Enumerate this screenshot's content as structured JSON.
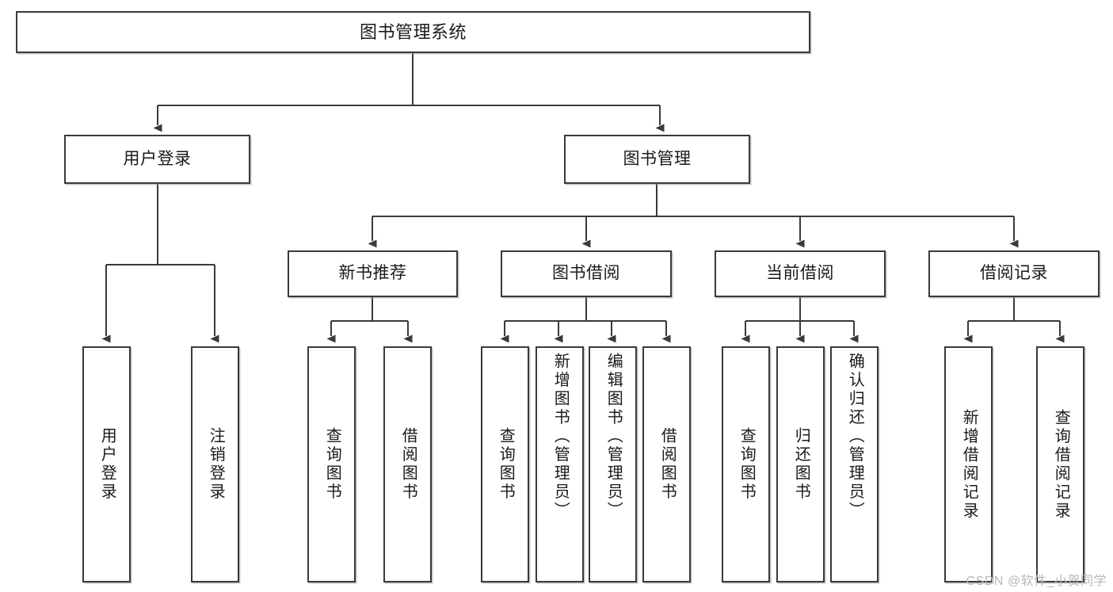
{
  "diagram": {
    "title": "图书管理系统",
    "type": "tree",
    "watermark": "CSDN @软件_小贺同学",
    "colors": {
      "box_border": "#3a3a3a",
      "box_fill": "#ffffff",
      "connector": "#3a3a3a",
      "text": "#1a1a1a",
      "watermark": "#b9b9b9"
    },
    "nodes": {
      "root": {
        "label": "图书管理系统"
      },
      "level2": [
        {
          "id": "user-login",
          "label": "用户登录"
        },
        {
          "id": "book-manage",
          "label": "图书管理"
        }
      ],
      "level3": [
        {
          "id": "new-book-rec",
          "label": "新书推荐"
        },
        {
          "id": "book-borrow",
          "label": "图书借阅"
        },
        {
          "id": "current-borrow",
          "label": "当前借阅"
        },
        {
          "id": "borrow-record",
          "label": "借阅记录"
        }
      ],
      "leaves": {
        "user-login": [
          {
            "id": "leaf-user-login",
            "label": "用户登录"
          },
          {
            "id": "leaf-logout",
            "label": "注销登录"
          }
        ],
        "new-book-rec": [
          {
            "id": "leaf-query-book-1",
            "label": "查询图书"
          },
          {
            "id": "leaf-borrow-book-1",
            "label": "借阅图书"
          }
        ],
        "book-borrow": [
          {
            "id": "leaf-query-book-2",
            "label": "查询图书"
          },
          {
            "id": "leaf-add-book",
            "label": "新增图书（管理员）"
          },
          {
            "id": "leaf-edit-book",
            "label": "编辑图书（管理员）"
          },
          {
            "id": "leaf-borrow-book-2",
            "label": "借阅图书"
          }
        ],
        "current-borrow": [
          {
            "id": "leaf-query-book-3",
            "label": "查询图书"
          },
          {
            "id": "leaf-return-book",
            "label": "归还图书"
          },
          {
            "id": "leaf-confirm-return",
            "label": "确认归还（管理员）"
          }
        ],
        "borrow-record": [
          {
            "id": "leaf-add-record",
            "label": "新增借阅记录"
          },
          {
            "id": "leaf-query-record",
            "label": "查询借阅记录"
          }
        ]
      }
    }
  }
}
